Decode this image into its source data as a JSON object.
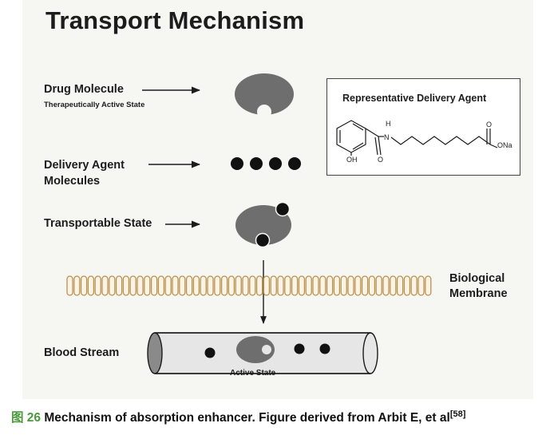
{
  "figure": {
    "title": "Transport Mechanism",
    "drug_molecule": {
      "label": "Drug Molecule",
      "sublabel": "Therapeutically Active State"
    },
    "delivery_agent": {
      "label_line1": "Delivery Agent",
      "label_line2": "Molecules"
    },
    "transportable_state": {
      "label": "Transportable State"
    },
    "membrane": {
      "label_line1": "Biological",
      "label_line2": "Membrane"
    },
    "blood_stream": {
      "label": "Blood Stream",
      "active_state": "Active State"
    },
    "agent_box": {
      "title": "Representative Delivery Agent",
      "atom_oh": "OH",
      "atom_o_carbonyl": "O",
      "atom_h": "H",
      "atom_n": "N",
      "atom_o_acid": "O",
      "atom_ona": "ONa"
    },
    "colors": {
      "ink": "#1c1c1c",
      "molecule": "#6e6e6e",
      "membrane": "#c8a064",
      "vessel": "#e6e6e6"
    },
    "icons": [
      "drug-molecule-icon",
      "delivery-agent-dots",
      "membrane-icon",
      "blood-vessel-icon"
    ]
  },
  "caption": {
    "fig_no": "图 26",
    "text": " Mechanism of absorption enhancer. Figure derived from Arbit E, et al",
    "ref": "[58]"
  }
}
